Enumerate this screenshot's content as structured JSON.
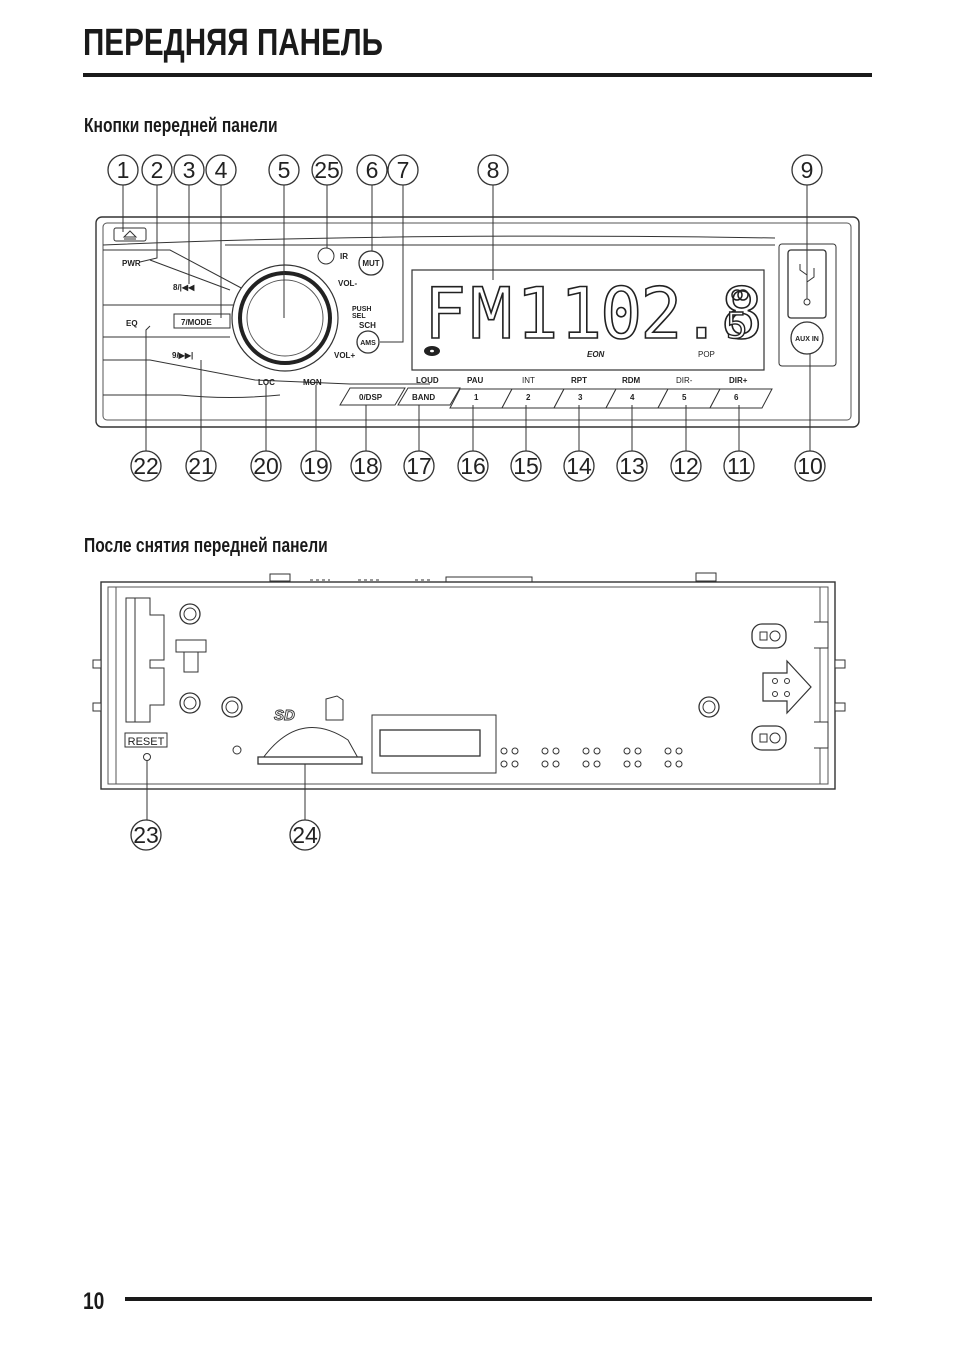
{
  "page": {
    "title": "ПЕРЕДНЯЯ ПАНЕЛЬ",
    "section1_title": "Кнопки передней панели",
    "section2_title": "После снятия передней панели",
    "page_number": "10"
  },
  "front_panel": {
    "labels": {
      "pwr": "PWR",
      "prev": "8/|◀◀",
      "mode": "7/MODE",
      "eq": "EQ",
      "next": "9/▶▶|",
      "ir": "IR",
      "mut": "MUT",
      "vol_minus": "VOL-",
      "push": "PUSH",
      "sel": "SEL",
      "sch": "SCH",
      "ams": "AMS",
      "vol_plus": "VOL+",
      "loc": "LOC",
      "mon": "MON",
      "dsp": "0/DSP",
      "band": "BAND",
      "loud": "LOUD",
      "pau": "PAU",
      "int": "INT",
      "rpt": "RPT",
      "rdm": "RDM",
      "dir_minus": "DIR-",
      "dir_plus": "DIR+",
      "aux_in": "AUX IN",
      "eon": "EON",
      "pop": "POP"
    },
    "preset_numbers": [
      "1",
      "2",
      "3",
      "4",
      "5",
      "6"
    ],
    "display": {
      "band": "FM1",
      "frequency": "102.8",
      "sub": "5"
    },
    "callouts_top": [
      "1",
      "2",
      "3",
      "4",
      "5",
      "25",
      "6",
      "7",
      "8",
      "9"
    ],
    "callouts_bottom": [
      "22",
      "21",
      "20",
      "19",
      "18",
      "17",
      "16",
      "15",
      "14",
      "13",
      "12",
      "11",
      "10"
    ]
  },
  "chassis": {
    "reset_label": "RESET",
    "sd_logo": "SD",
    "callouts": [
      "23",
      "24"
    ]
  }
}
